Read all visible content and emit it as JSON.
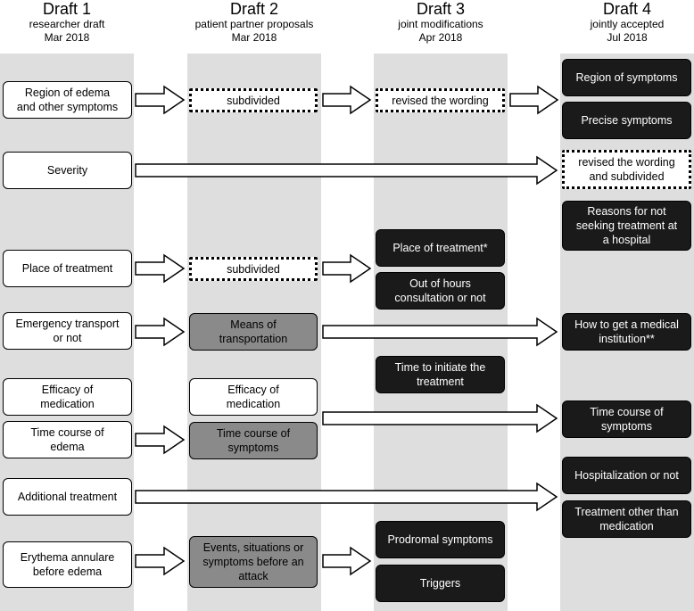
{
  "headers": [
    {
      "title": "Draft 1",
      "subtitle": "researcher draft",
      "date": "Mar 2018"
    },
    {
      "title": "Draft 2",
      "subtitle": "patient partner proposals",
      "date": "Mar 2018"
    },
    {
      "title": "Draft 3",
      "subtitle": "joint modifications",
      "date": "Apr 2018"
    },
    {
      "title": "Draft 4",
      "subtitle": "jointly accepted",
      "date": "Jul 2018"
    }
  ],
  "draft1": [
    "Region of edema\nand other symptoms",
    "Severity",
    "Place of treatment",
    "Emergency transport\nor not",
    "Efficacy of\nmedication",
    "Time course of\nedema",
    "Additional treatment",
    "Erythema annulare\nbefore edema"
  ],
  "draft2": [
    "subdivided",
    "subdivided",
    "Means of\ntransportation",
    "Efficacy of\nmedication",
    "Time course of\nsymptoms",
    "Events, situations or\nsymptoms before an\nattack"
  ],
  "draft3": [
    "revised the wording",
    "Place of treatment*",
    "Out of hours\nconsultation or not",
    "Time to initiate the\ntreatment",
    "Prodromal symptoms",
    "Triggers"
  ],
  "draft4": [
    "Region of symptoms",
    "Precise symptoms",
    "revised the wording\nand subdivided",
    "Reasons for not\nseeking treatment at\na hospital",
    "How to get a medical\ninstitution**",
    "Time course of\nsymptoms",
    "Hospitalization or not",
    "Treatment other than\nmedication"
  ],
  "colors": {
    "column_bg": "#dedede",
    "dark_box": "#1a1a1a",
    "gray_box": "#8a8a8a"
  }
}
